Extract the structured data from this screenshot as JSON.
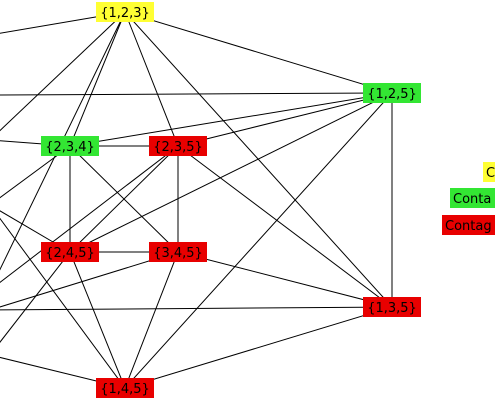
{
  "colors": {
    "yellow": "#ffff33",
    "green": "#33e633",
    "red": "#e80000",
    "edge": "#000000"
  },
  "nodes": [
    {
      "id": "n123",
      "label": "{1,2,3}",
      "color": "yellow"
    },
    {
      "id": "n125",
      "label": "{1,2,5}",
      "color": "green"
    },
    {
      "id": "n234",
      "label": "{2,3,4}",
      "color": "green"
    },
    {
      "id": "n235",
      "label": "{2,3,5}",
      "color": "red"
    },
    {
      "id": "n245",
      "label": "{2,4,5}",
      "color": "red"
    },
    {
      "id": "n345",
      "label": "{3,4,5}",
      "color": "red"
    },
    {
      "id": "n135",
      "label": "{1,3,5}",
      "color": "red"
    },
    {
      "id": "n145",
      "label": "{1,4,5}",
      "color": "red"
    }
  ],
  "legend": [
    {
      "label": "C",
      "color": "yellow"
    },
    {
      "label": "Conta",
      "color": "green"
    },
    {
      "label": "Contag",
      "color": "red"
    }
  ]
}
